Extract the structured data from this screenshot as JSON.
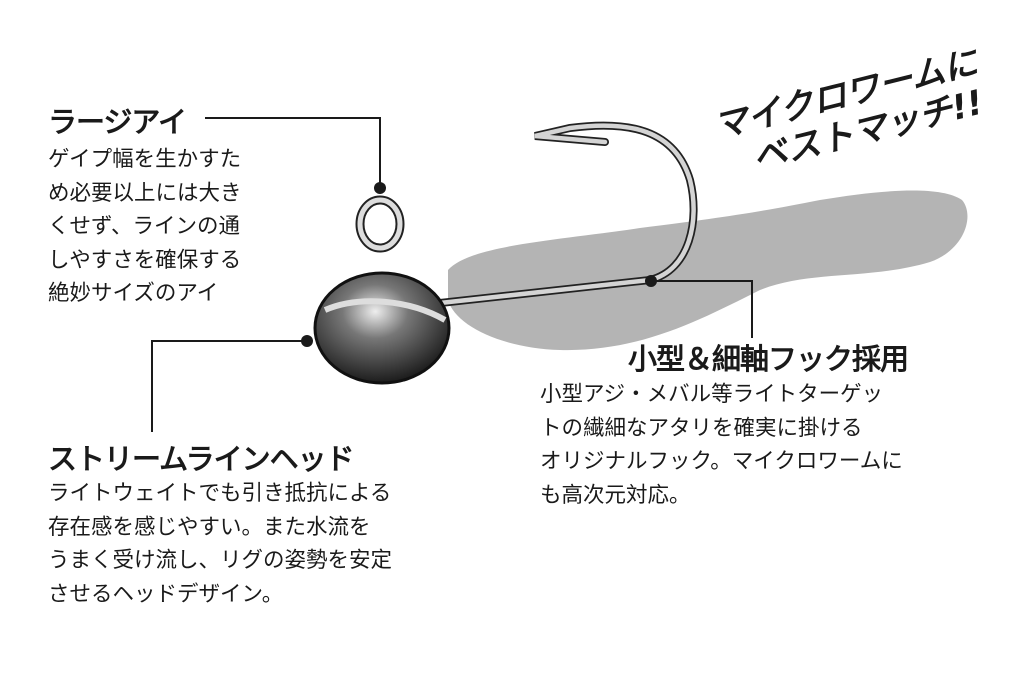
{
  "callouts": {
    "eye": {
      "title": "ラージアイ",
      "lines": [
        "ゲイプ幅を生かすた",
        "め必要以上には大き",
        "くせず、ラインの通",
        "しやすさを確保する",
        "絶妙サイズのアイ"
      ]
    },
    "head": {
      "title": "ストリームラインヘッド",
      "lines": [
        "ライトウェイトでも引き抵抗による",
        "存在感を感じやすい。また水流を",
        "うまく受け流し、リグの姿勢を安定",
        "させるヘッドデザイン。"
      ]
    },
    "hook": {
      "title": "小型＆細軸フック採用",
      "lines": [
        "小型アジ・メバル等ライトターゲッ",
        "トの繊細なアタリを確実に掛ける",
        "オリジナルフック。マイクロワームに",
        "も高次元対応。"
      ]
    }
  },
  "catchphrase": [
    "マイクロワームに",
    "ベストマッチ!!"
  ],
  "colors": {
    "worm": "#b4b4b4",
    "ink": "#1a1a1a",
    "hook": "#c8c8c8"
  }
}
